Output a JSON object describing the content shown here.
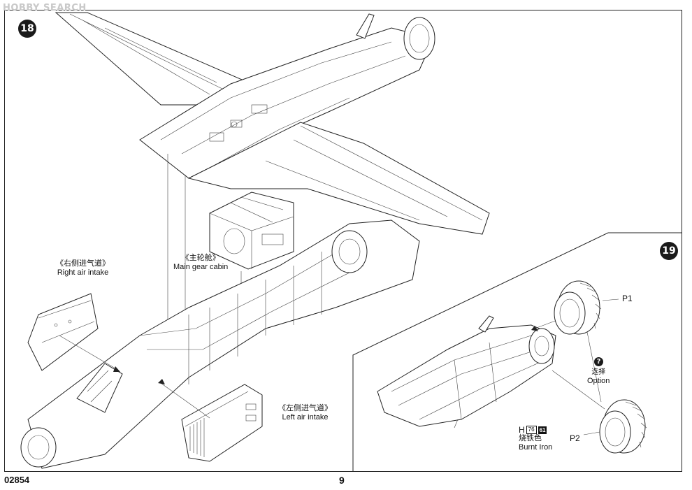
{
  "watermark": "HOBBY SEARCH",
  "steps": {
    "step18": "18",
    "step19": "19"
  },
  "labels": {
    "right_air_intake_cn": "《右侧进气道》",
    "right_air_intake_en": "Right air intake",
    "main_gear_cabin_cn": "《主轮舱》",
    "main_gear_cabin_en": "Main gear cabin",
    "left_air_intake_cn": "《左侧进气道》",
    "left_air_intake_en": "Left air intake",
    "option_symbol": "?",
    "option_cn": "选择",
    "option_en": "Option",
    "part_p1": "P1",
    "part_p2": "P2"
  },
  "color_callout": {
    "prefix": "H",
    "code_white": "76",
    "code_black": "61",
    "name_cn": "烧铁色",
    "name_en": "Burnt Iron"
  },
  "footer": {
    "kit_number": "02854",
    "page_number": "9"
  }
}
